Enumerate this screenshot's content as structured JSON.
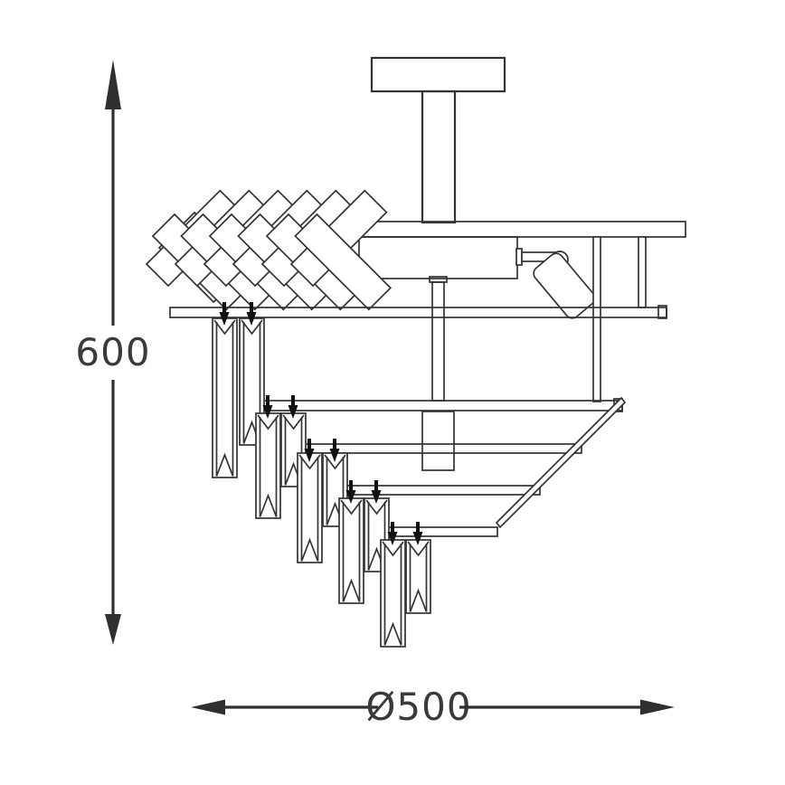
{
  "drawing": {
    "subject": "ceiling-light-technical-drawing",
    "background": "#ffffff",
    "line_color": "#333333",
    "dimension_arrow_color": "#2f2f2f",
    "label_color": "#3a3a3a"
  },
  "dimensions": {
    "height": {
      "label": "600",
      "orientation": "vertical"
    },
    "diameter": {
      "label": "Ø500",
      "orientation": "horizontal"
    }
  }
}
